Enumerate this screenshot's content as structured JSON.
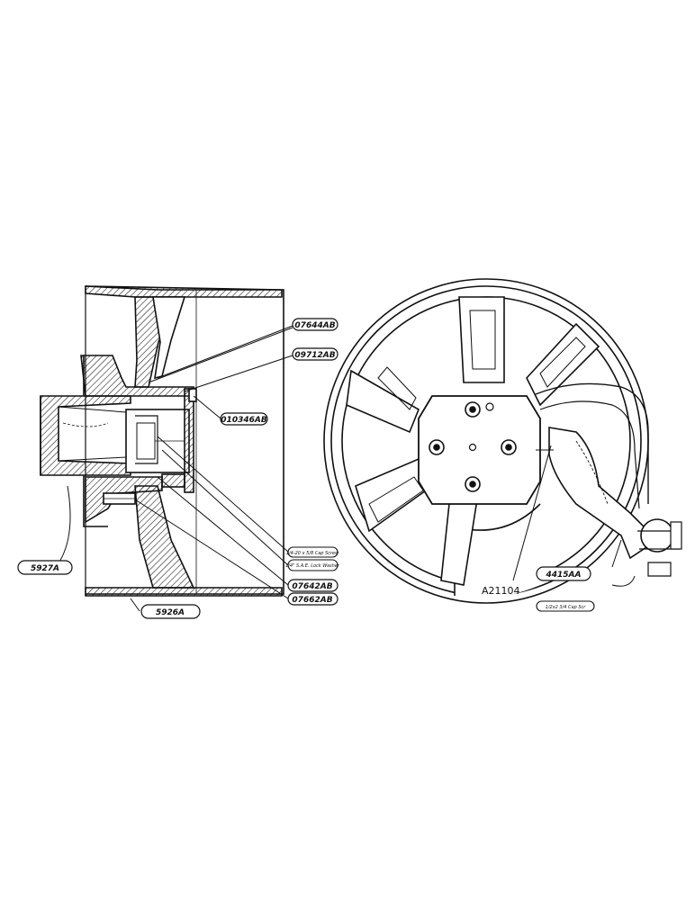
{
  "callouts": {
    "p07644AB": "07644AB",
    "p09712AB": "09712AB",
    "p010346AB": "010346AB",
    "p5927A": "5927A",
    "p5926A": "5926A",
    "p_small1": "1/4-20 x 5/8 Cap Screw",
    "p_small2": "1/4\" S.A.E. Lock Washer",
    "p07642AB": "07642AB",
    "p07662AB": "07662AB",
    "pA21104": "A21104",
    "p4415AA": "4415AA",
    "p_small3": "1/2x2 3/4 Cap Scr"
  },
  "colors": {
    "ink": "#111111",
    "paper": "#ffffff"
  }
}
